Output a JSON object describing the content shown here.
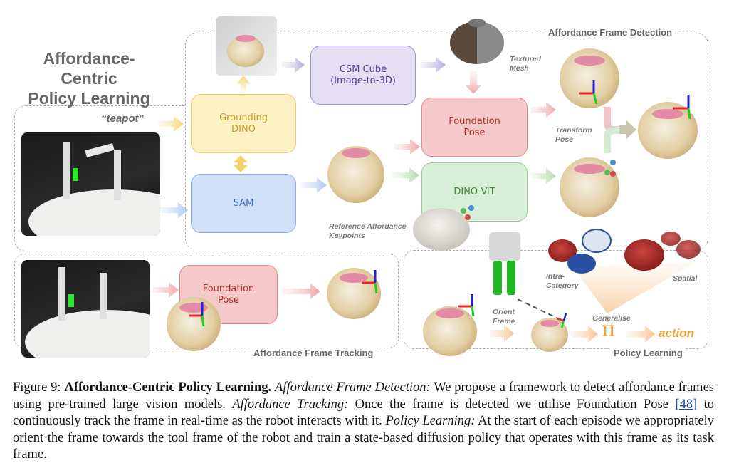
{
  "figure": {
    "title_line1": "Affordance-Centric",
    "title_line2": "Policy Learning",
    "prompt_text": "“teapot”",
    "sections": {
      "detection": "Affordance Frame Detection",
      "tracking": "Affordance Frame Tracking",
      "policy": "Policy Learning"
    },
    "boxes": {
      "grounding_dino": "Grounding DINO",
      "sam": "SAM",
      "csm_cube_line1": "CSM Cube",
      "csm_cube_line2": "(Image-to-3D)",
      "foundation_pose_line1": "Foundation",
      "foundation_pose_line2": "Pose",
      "dino_vit": "DINO-ViT",
      "tracking_fp_line1": "Foundation",
      "tracking_fp_line2": "Pose"
    },
    "labels": {
      "textured_mesh_1": "Textured",
      "textured_mesh_2": "Mesh",
      "transform_pose_1": "Transform",
      "transform_pose_2": "Pose",
      "ref_keypoints_1": "Reference Affordance",
      "ref_keypoints_2": "Keypoints",
      "intra_category_1": "Intra-",
      "intra_category_2": "Category",
      "spatial": "Spatial",
      "orient_frame_1": "Orient",
      "orient_frame_2": "Frame",
      "generalise": "Generalise",
      "pi_symbol": "π",
      "action": "action"
    },
    "colors": {
      "yellow": "#ecc96a",
      "blue": "#8fb2e4",
      "purple": "#9f92cf",
      "red": "#e08c8c",
      "green": "#9ccd97",
      "orange": "#e8a33a"
    }
  },
  "caption": {
    "figure_num": "Figure 9:",
    "bold_title": "Affordance-Centric Policy Learning.",
    "part1_label": "Affordance Frame Detection:",
    "part1_text": " We propose a framework to detect affordance frames using pre-trained large vision models. ",
    "part2_label": "Affordance Tracking:",
    "part2_text_a": " Once the frame is detected we utilise Foundation Pose ",
    "citation": "[48]",
    "part2_text_b": " to continuously track the frame in real-time as the robot interacts with it. ",
    "part3_label": "Policy Learning:",
    "part3_text": " At the start of each episode we appropriately orient the frame towards the tool frame of the robot and train a state-based diffusion policy that operates with this frame as its task frame."
  }
}
